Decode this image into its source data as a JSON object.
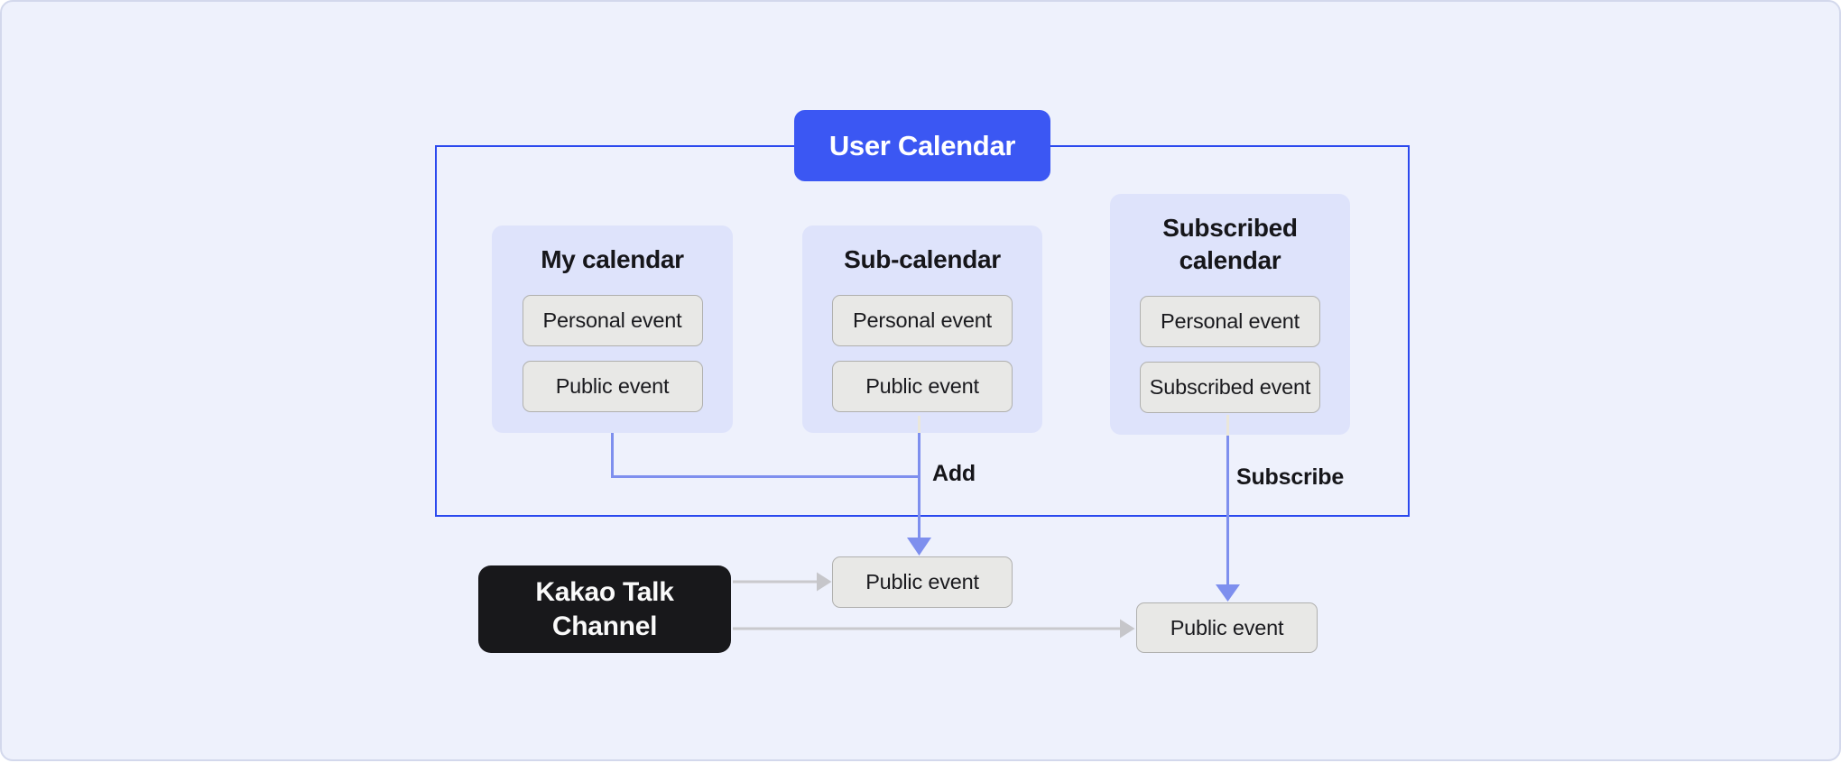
{
  "diagram": {
    "root_label": "User Calendar",
    "cards": [
      {
        "title": "My calendar",
        "events": [
          "Personal event",
          "Public event"
        ]
      },
      {
        "title": "Sub-calendar",
        "events": [
          "Personal event",
          "Public event"
        ]
      },
      {
        "title": "Subscribed calendar",
        "events": [
          "Personal event",
          "Subscribed event"
        ]
      }
    ],
    "labels": {
      "add": "Add",
      "subscribe": "Subscribe"
    },
    "kakao_channel": {
      "label": "Kakao Talk Channel"
    },
    "outputs": [
      {
        "label": "Public event"
      },
      {
        "label": "Public event"
      }
    ],
    "colors": {
      "page_bg": "#eef1fc",
      "accent_blue": "#2b49ee",
      "badge_blue": "#3b57f3",
      "connector_blue": "#7e8fee",
      "connector_gray": "#c9c9cd",
      "card_bg": "#dee3fb",
      "pill_bg": "#e8e8e6",
      "pill_border": "#b0b0ae",
      "channel_bg": "#18181b"
    }
  }
}
